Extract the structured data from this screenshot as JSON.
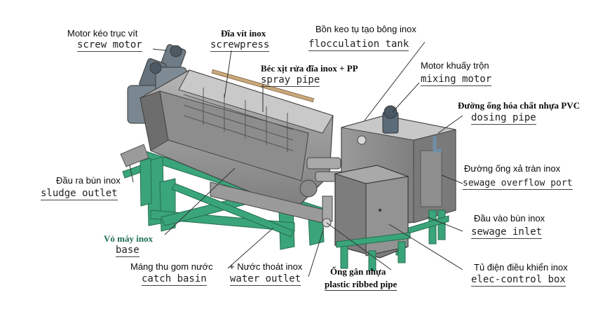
{
  "labels": {
    "screw_motor": {
      "vi": "Motor kéo trục vít",
      "en": "screw motor"
    },
    "screwpress": {
      "vi": "Đĩa vít inox",
      "en": "screwpress"
    },
    "floc_tank": {
      "vi": "Bồn keo tụ tạo bông inox",
      "en": "flocculation tank"
    },
    "spray_pipe": {
      "vi": "Béc xịt rửa đĩa inox + PP",
      "en": "spray pipe"
    },
    "mixing_motor": {
      "vi": "Motor khuấy trộn",
      "en": "mixing motor"
    },
    "dosing_pipe": {
      "vi": "Đường ống hóa chất nhựa PVC",
      "en": "dosing pipe"
    },
    "overflow_port": {
      "vi": "Đường ống xả tràn inox",
      "en": "sewage overflow port"
    },
    "sludge_outlet": {
      "vi": "Đầu ra bùn inox",
      "en": "sludge outlet"
    },
    "sewage_inlet": {
      "vi": "Đầu vào bùn inox",
      "en": "sewage inlet"
    },
    "base": {
      "vi": "Vỏ máy inox",
      "en": "base"
    },
    "catch_basin": {
      "vi": "Máng thu gom nước",
      "en": "catch basin"
    },
    "water_outlet": {
      "vi": "+ Nước thoát inox",
      "en": "water outlet"
    },
    "ribbed_pipe": {
      "vi": "Ống gân nhựa",
      "en": "plastic ribbed pipe"
    },
    "control_box": {
      "vi": "Tủ điện điều khiển inox",
      "en": "elec-control box"
    }
  },
  "colors": {
    "frame": "#3aa57a",
    "frame_dark": "#2b7e5c",
    "steel": "#8e8e8e",
    "steel_dark": "#5e5e5e",
    "steel_light": "#b9b9b9",
    "leader": "#333333"
  }
}
